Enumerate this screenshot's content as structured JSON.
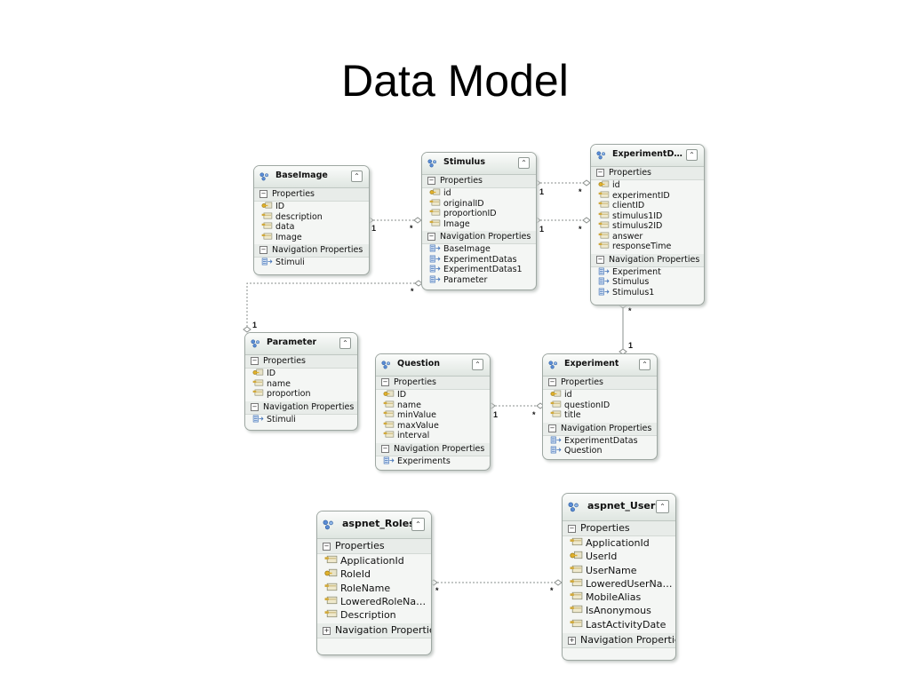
{
  "title": "Data Model",
  "entities": {
    "baseimage": {
      "name": "BaseImage",
      "properties_label": "Properties",
      "properties": [
        {
          "name": "ID",
          "key": true
        },
        {
          "name": "description",
          "key": false
        },
        {
          "name": "data",
          "key": false
        },
        {
          "name": "Image",
          "key": false
        }
      ],
      "nav_label": "Navigation Properties",
      "navigation": [
        "Stimuli"
      ]
    },
    "stimulus": {
      "name": "Stimulus",
      "properties_label": "Properties",
      "properties": [
        {
          "name": "id",
          "key": true
        },
        {
          "name": "originalID",
          "key": false
        },
        {
          "name": "proportionID",
          "key": false
        },
        {
          "name": "Image",
          "key": false
        }
      ],
      "nav_label": "Navigation Properties",
      "navigation": [
        "BaseImage",
        "ExperimentDatas",
        "ExperimentDatas1",
        "Parameter"
      ]
    },
    "experimentdata": {
      "name": "ExperimentD…",
      "properties_label": "Properties",
      "properties": [
        {
          "name": "id",
          "key": true
        },
        {
          "name": "experimentID",
          "key": false
        },
        {
          "name": "clientID",
          "key": false
        },
        {
          "name": "stimulus1ID",
          "key": false
        },
        {
          "name": "stimulus2ID",
          "key": false
        },
        {
          "name": "answer",
          "key": false
        },
        {
          "name": "responseTime",
          "key": false
        }
      ],
      "nav_label": "Navigation Properties",
      "navigation": [
        "Experiment",
        "Stimulus",
        "Stimulus1"
      ]
    },
    "parameter": {
      "name": "Parameter",
      "properties_label": "Properties",
      "properties": [
        {
          "name": "ID",
          "key": true
        },
        {
          "name": "name",
          "key": false
        },
        {
          "name": "proportion",
          "key": false
        }
      ],
      "nav_label": "Navigation Properties",
      "navigation": [
        "Stimuli"
      ]
    },
    "question": {
      "name": "Question",
      "properties_label": "Properties",
      "properties": [
        {
          "name": "ID",
          "key": true
        },
        {
          "name": "name",
          "key": false
        },
        {
          "name": "minValue",
          "key": false
        },
        {
          "name": "maxValue",
          "key": false
        },
        {
          "name": "interval",
          "key": false
        }
      ],
      "nav_label": "Navigation Properties",
      "navigation": [
        "Experiments"
      ]
    },
    "experiment": {
      "name": "Experiment",
      "properties_label": "Properties",
      "properties": [
        {
          "name": "id",
          "key": true
        },
        {
          "name": "questionID",
          "key": false
        },
        {
          "name": "title",
          "key": false
        }
      ],
      "nav_label": "Navigation Properties",
      "navigation": [
        "ExperimentDatas",
        "Question"
      ]
    },
    "aspnet_roles": {
      "name": "aspnet_Roles",
      "properties_label": "Properties",
      "properties": [
        {
          "name": "ApplicationId",
          "key": false
        },
        {
          "name": "RoleId",
          "key": true
        },
        {
          "name": "RoleName",
          "key": false
        },
        {
          "name": "LoweredRoleNa…",
          "key": false
        },
        {
          "name": "Description",
          "key": false
        }
      ],
      "nav_label": "Navigation Properties",
      "navigation": []
    },
    "aspnet_users": {
      "name": "aspnet_Users",
      "properties_label": "Properties",
      "properties": [
        {
          "name": "ApplicationId",
          "key": false
        },
        {
          "name": "UserId",
          "key": true
        },
        {
          "name": "UserName",
          "key": false
        },
        {
          "name": "LoweredUserNa…",
          "key": false
        },
        {
          "name": "MobileAlias",
          "key": false
        },
        {
          "name": "IsAnonymous",
          "key": false
        },
        {
          "name": "LastActivityDate",
          "key": false
        }
      ],
      "nav_label": "Navigation Properties",
      "navigation": []
    }
  },
  "cardinality": {
    "baseimage_one": "1",
    "stimulus_many_base": "*",
    "stimulus_one_a": "1",
    "expdata_many_a": "*",
    "stimulus_one_b": "1",
    "expdata_many_b": "*",
    "stimulus_many_param": "*",
    "parameter_one": "1",
    "expdata_many_exp": "*",
    "experiment_one": "1",
    "question_one": "1",
    "experiment_many": "*",
    "roles_many": "*",
    "users_many": "*"
  },
  "colors": {
    "connector": "#8a8f8c",
    "entity_border": "#9ea7a2",
    "header_bg": "#dfe6e1",
    "key_icon": "#d8b23a",
    "nav_icon": "#3d6fb6"
  }
}
